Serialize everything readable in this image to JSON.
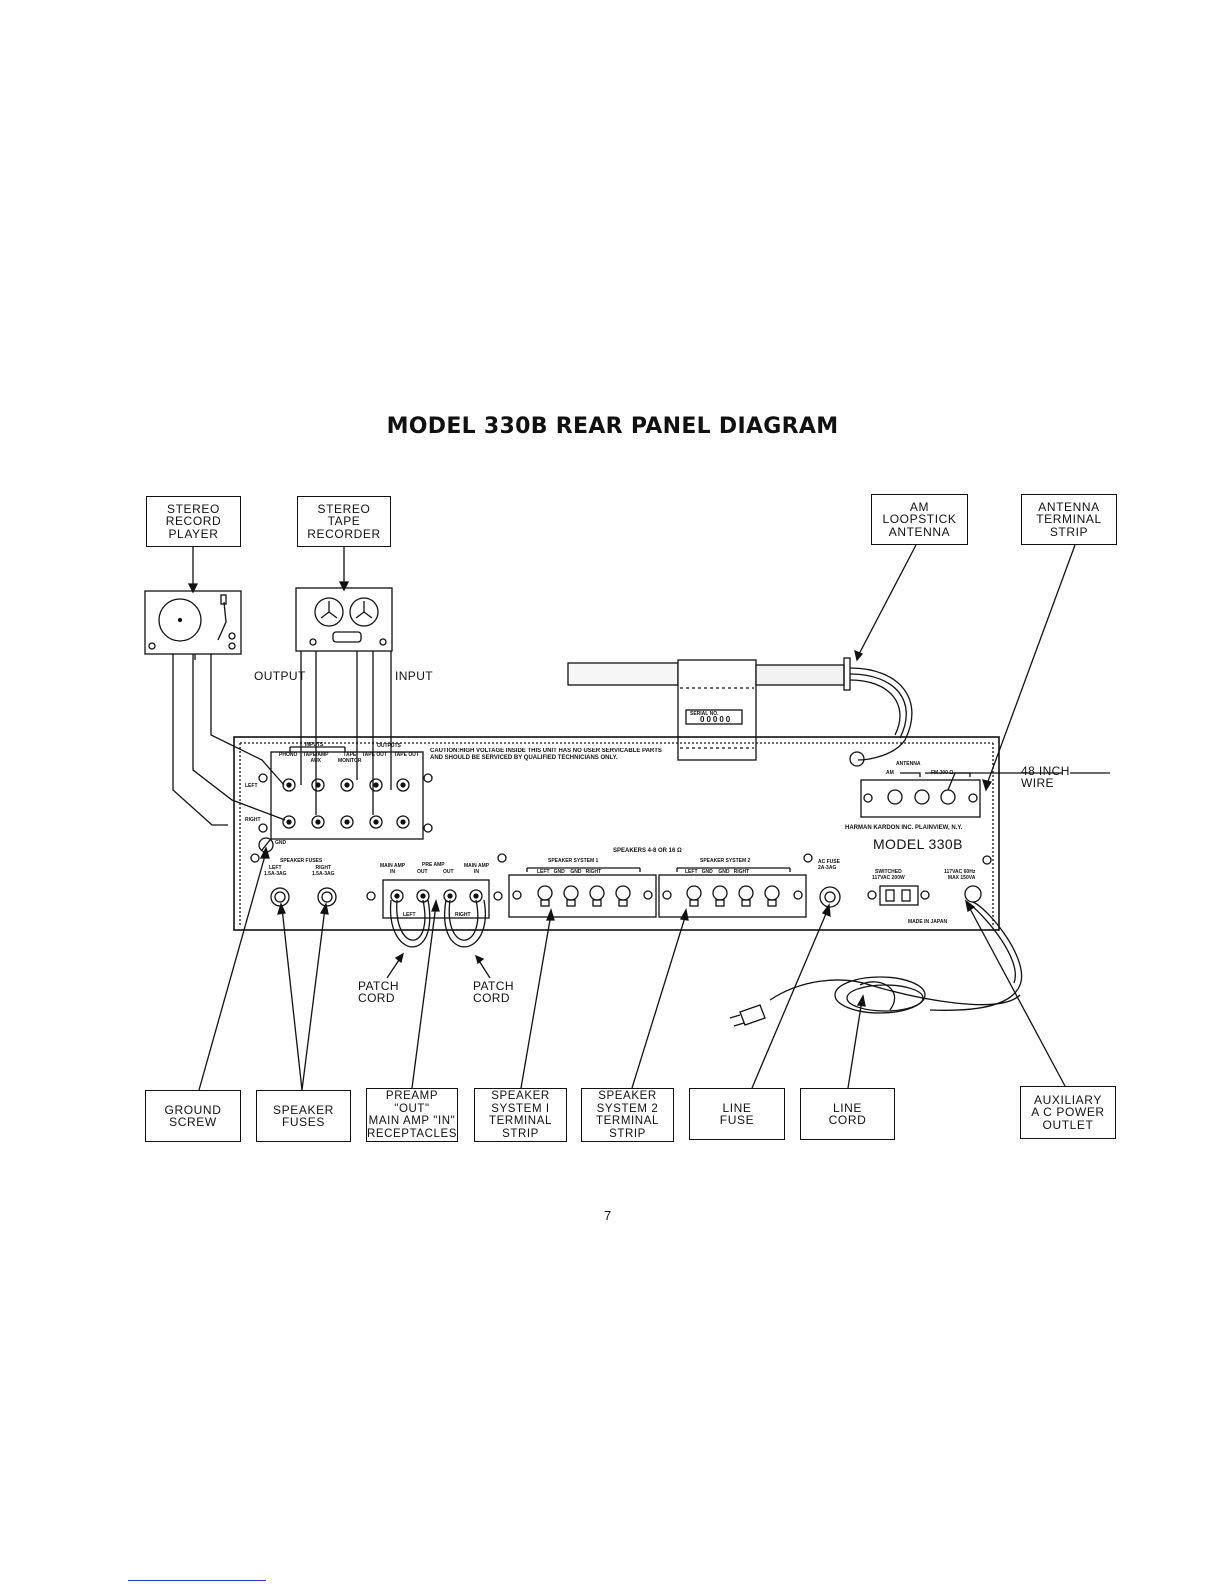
{
  "title": "MODEL 330B REAR PANEL DIAGRAM",
  "top_boxes": {
    "record_player": "STEREO\nRECORD\nPLAYER",
    "tape_recorder": "STEREO\nTAPE\nRECORDER",
    "am_antenna": "AM\nLOOPSTICK\nANTENNA",
    "antenna_strip": "ANTENNA\nTERMINAL\nSTRIP"
  },
  "bottom_boxes": {
    "ground_screw": "GROUND\nSCREW",
    "speaker_fuses": "SPEAKER\nFUSES",
    "preamp": "PREAMP \"OUT\"\nMAIN AMP \"IN\"\nRECEPTACLES",
    "speaker_system_1": "SPEAKER\nSYSTEM I\nTERMINAL STRIP",
    "speaker_system_2": "SPEAKER\nSYSTEM 2\nTERMINAL STRIP",
    "line_fuse": "LINE\nFUSE",
    "line_cord": "LINE\nCORD",
    "aux_outlet": "AUXILIARY\nA C  POWER\nOUTLET"
  },
  "labels": {
    "output": "OUTPUT",
    "input": "INPUT",
    "patch_cord_left": "PATCH\nCORD",
    "patch_cord_right": "PATCH\nCORD",
    "wire": "48 INCH\nWIRE"
  },
  "panel": {
    "inputs": "INPUTS",
    "outputs": "OUTPUTS",
    "phono": "PHONO",
    "tape_amp_aux": "TAPE/AMP\nAUX",
    "tape_monitor": "TAPE\nMONITOR",
    "tape_out": "TAPE OUT",
    "tape_out_2": "TAPE OUT",
    "left": "LEFT",
    "right": "RIGHT",
    "gnd": "GND",
    "caution": "CAUTION:HIGH VOLTAGE INSIDE THIS UNIT HAS NO USER SERVICABLE PARTS\nAND SHOULD BE SERVICED BY QUALIFIED TECHNICIANS ONLY.",
    "serial_no": "SERIAL NO.",
    "serial_value": "00000",
    "antenna": "ANTENNA",
    "am": "AM",
    "fm": "FM 300 Ω",
    "maker": "HARMAN KARDON INC. PLAINVIEW, N.Y.",
    "model": "MODEL 330B",
    "speaker_fuses": "SPEAKER FUSES",
    "fuse_left": "LEFT\n1.5A-3AG",
    "fuse_right": "RIGHT\n1.5A-3AG",
    "main_amp_in_1": "MAIN AMP\nIN",
    "pre_amp": "PRE AMP",
    "out_1": "OUT",
    "out_2": "OUT",
    "main_amp_in_2": "MAIN AMP\nIN",
    "left_bracket": "LEFT",
    "right_bracket": "RIGHT",
    "speakers": "SPEAKERS  4-8  OR 16 Ω",
    "speaker_system_1": "SPEAKER SYSTEM 1",
    "speaker_system_2": "SPEAKER SYSTEM 2",
    "ss_cols": "LEFT   GND    GND   RIGHT",
    "ss_cols_2": "LEFT   GND    GND   RIGHT",
    "ac_fuse": "AC FUSE\n2A-3AG",
    "switched": "SWITCHED\n117VAC  200W",
    "unswitched": "117VAC 60Hz\nMAX 150VA",
    "made_in": "MADE IN JAPAN"
  },
  "page_number": "7"
}
